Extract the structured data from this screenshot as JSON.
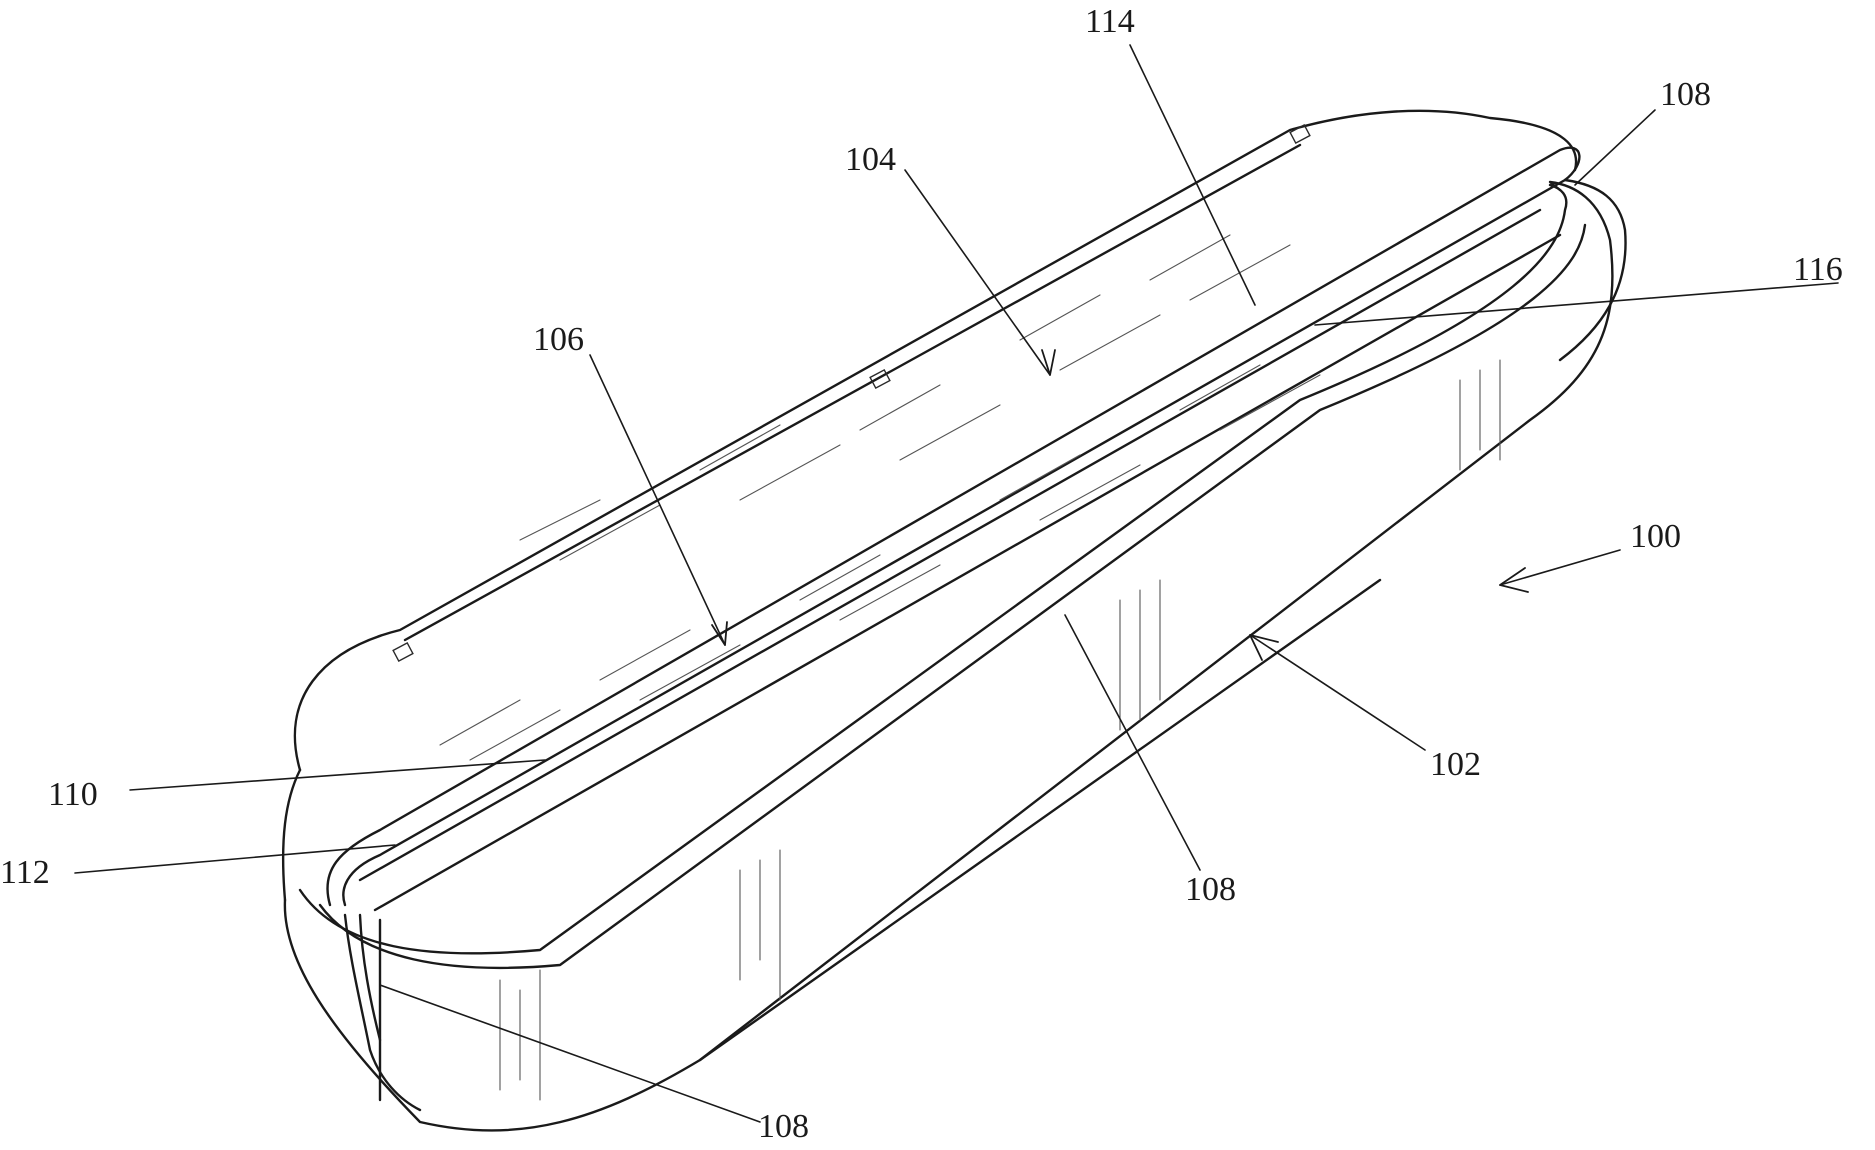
{
  "reference_numerals": {
    "r100": "100",
    "r102": "102",
    "r104": "104",
    "r106": "106",
    "r108_top": "108",
    "r108_mid": "108",
    "r108_bottom": "108",
    "r110": "110",
    "r112": "112",
    "r114": "114",
    "r116": "116"
  },
  "colors": {
    "line": "#1a1a1a",
    "background": "#ffffff"
  }
}
